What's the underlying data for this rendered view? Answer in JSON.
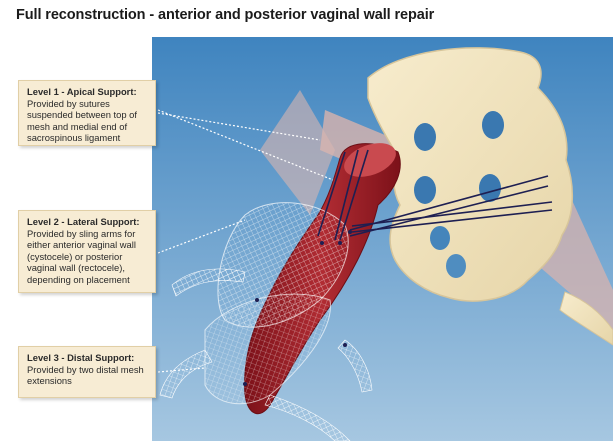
{
  "title": "Full reconstruction - anterior and posterior vaginal wall repair",
  "callouts": [
    {
      "heading": "Level 1 - Apical Support:",
      "body": "Provided by sutures suspended between top of mesh and medial end of sacrospinous ligament"
    },
    {
      "heading": "Level 2 - Lateral Support:",
      "body": "Provided by sling arms for either anterior vaginal wall (cystocele) or posterior vaginal wall (rectocele), depending on placement"
    },
    {
      "heading": "Level 3 - Distal Support:",
      "body": "Provided by two distal mesh extensions"
    }
  ],
  "colors": {
    "background_top": "#3f84bf",
    "background_bottom": "#a6c7e1",
    "bone": "#f3e7c5",
    "bone_shadow": "#d7c59a",
    "ligament": "#d8b3ad",
    "vagina": "#9e1b24",
    "vagina_highlight": "#c94a4f",
    "mesh": "#ffffff",
    "suture": "#1e1f52",
    "callout_fill": "#f7ecd4"
  }
}
